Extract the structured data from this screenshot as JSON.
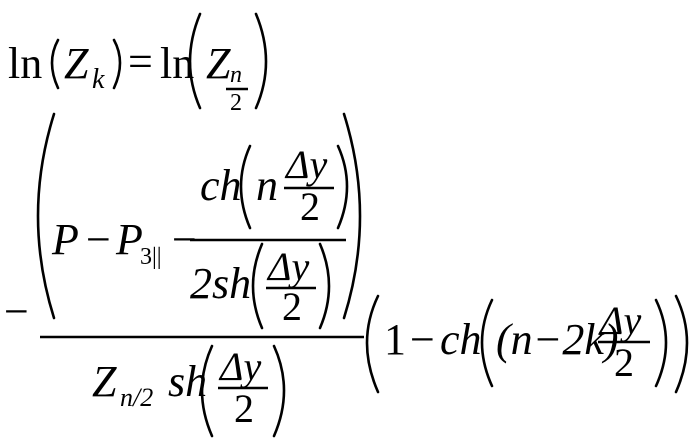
{
  "equation": {
    "ln1": "ln",
    "Z1": "Z",
    "k1": "k",
    "eq": "=",
    "ln2": "ln",
    "Z2": "Z",
    "n1": "n",
    "two1": "2",
    "minus_outer": "−",
    "P": "P",
    "minus1": "−",
    "P3": "P",
    "sub3par": "3||",
    "minus2": "−",
    "ch1": "ch",
    "n2": "n",
    "dy1": "Δy",
    "two2": "2",
    "two_sh": "2sh",
    "dy2": "Δy",
    "two3": "2",
    "Zn2": "Z",
    "sub_n2": "n/2",
    "sh_den": "sh",
    "dy3": "Δy",
    "two4": "2",
    "one": "1",
    "minus3": "−",
    "ch2": "ch",
    "n_minus_2k": "(n−2k)",
    "dy4": "Δy",
    "two5": "2"
  }
}
